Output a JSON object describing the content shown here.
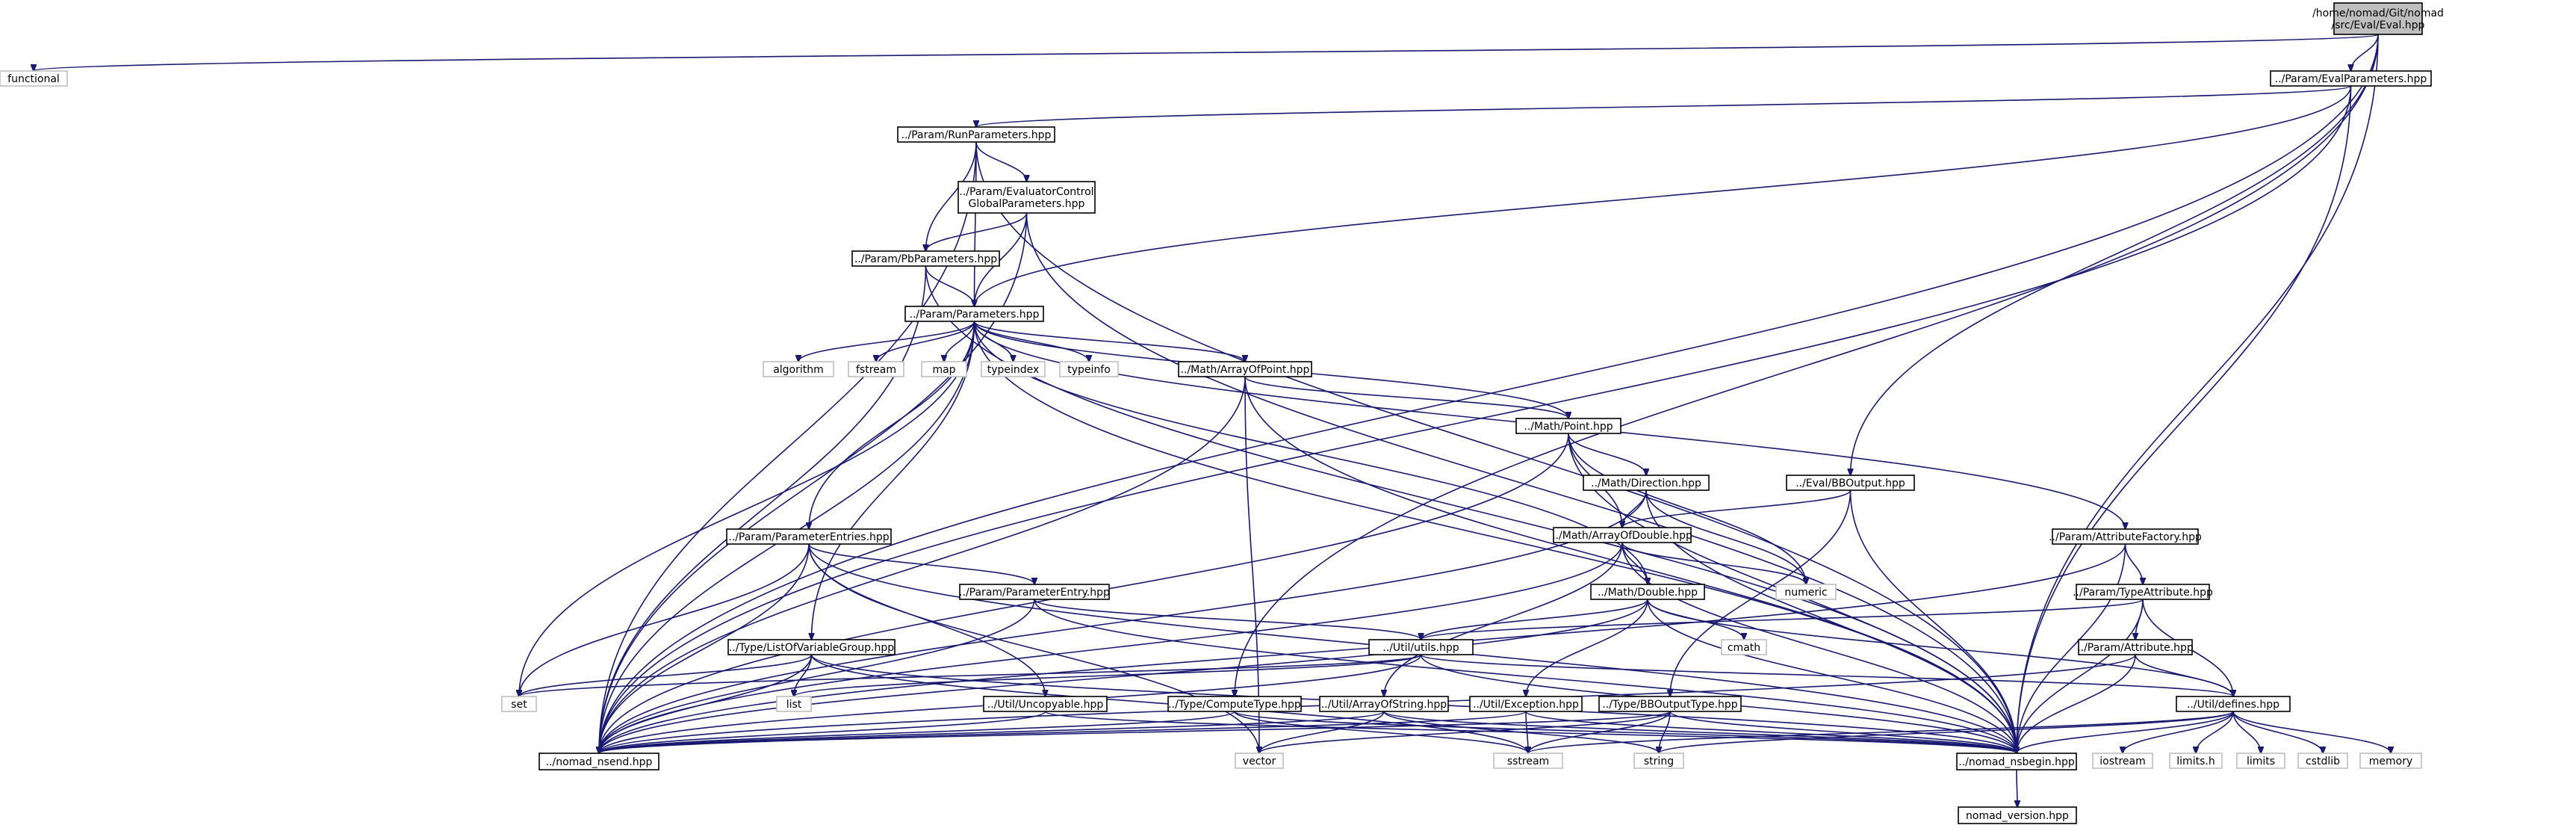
{
  "graph": {
    "nodes": {
      "eval": {
        "lines": [
          "/home/nomad/Git/nomad",
          "/src/Eval/Eval.hpp"
        ],
        "kind": "root"
      },
      "functional": {
        "lines": [
          "functional"
        ],
        "kind": "external"
      },
      "evalparams": {
        "lines": [
          "../Param/EvalParameters.hpp"
        ],
        "kind": "internal"
      },
      "runparams": {
        "lines": [
          "../Param/RunParameters.hpp"
        ],
        "kind": "internal"
      },
      "evalctrl": {
        "lines": [
          "../Param/EvaluatorControl",
          "GlobalParameters.hpp"
        ],
        "kind": "internal"
      },
      "pbparams": {
        "lines": [
          "../Param/PbParameters.hpp"
        ],
        "kind": "internal"
      },
      "parameters": {
        "lines": [
          "../Param/Parameters.hpp"
        ],
        "kind": "internal"
      },
      "algorithm": {
        "lines": [
          "algorithm"
        ],
        "kind": "external"
      },
      "fstream": {
        "lines": [
          "fstream"
        ],
        "kind": "external"
      },
      "map": {
        "lines": [
          "map"
        ],
        "kind": "external"
      },
      "typeindex": {
        "lines": [
          "typeindex"
        ],
        "kind": "external"
      },
      "typeinfo": {
        "lines": [
          "typeinfo"
        ],
        "kind": "external"
      },
      "arrayofpoint": {
        "lines": [
          "../Math/ArrayOfPoint.hpp"
        ],
        "kind": "internal"
      },
      "point": {
        "lines": [
          "../Math/Point.hpp"
        ],
        "kind": "internal"
      },
      "direction": {
        "lines": [
          "../Math/Direction.hpp"
        ],
        "kind": "internal"
      },
      "bboutput": {
        "lines": [
          "../Eval/BBOutput.hpp"
        ],
        "kind": "internal"
      },
      "arrayofdouble": {
        "lines": [
          "../Math/ArrayOfDouble.hpp"
        ],
        "kind": "internal"
      },
      "numeric": {
        "lines": [
          "numeric"
        ],
        "kind": "external"
      },
      "paramentries": {
        "lines": [
          "../Param/ParameterEntries.hpp"
        ],
        "kind": "internal"
      },
      "paramentry": {
        "lines": [
          "../Param/ParameterEntry.hpp"
        ],
        "kind": "internal"
      },
      "mdouble": {
        "lines": [
          "../Math/Double.hpp"
        ],
        "kind": "internal"
      },
      "cmath": {
        "lines": [
          "cmath"
        ],
        "kind": "external"
      },
      "attrfactory": {
        "lines": [
          "../Param/AttributeFactory.hpp"
        ],
        "kind": "internal"
      },
      "typeattr": {
        "lines": [
          "../Param/TypeAttribute.hpp"
        ],
        "kind": "internal"
      },
      "attribute": {
        "lines": [
          "../Param/Attribute.hpp"
        ],
        "kind": "internal"
      },
      "listofvar": {
        "lines": [
          "../Type/ListOfVariableGroup.hpp"
        ],
        "kind": "internal"
      },
      "utils": {
        "lines": [
          "../Util/utils.hpp"
        ],
        "kind": "internal"
      },
      "set": {
        "lines": [
          "set"
        ],
        "kind": "external"
      },
      "list": {
        "lines": [
          "list"
        ],
        "kind": "external"
      },
      "uncopyable": {
        "lines": [
          "../Util/Uncopyable.hpp"
        ],
        "kind": "internal"
      },
      "computetype": {
        "lines": [
          "../Type/ComputeType.hpp"
        ],
        "kind": "internal"
      },
      "arrayofstring": {
        "lines": [
          "../Util/ArrayOfString.hpp"
        ],
        "kind": "internal"
      },
      "exception": {
        "lines": [
          "../Util/Exception.hpp"
        ],
        "kind": "internal"
      },
      "bbouttype": {
        "lines": [
          "../Type/BBOutputType.hpp"
        ],
        "kind": "internal"
      },
      "defines": {
        "lines": [
          "../Util/defines.hpp"
        ],
        "kind": "internal"
      },
      "nsend": {
        "lines": [
          "../nomad_nsend.hpp"
        ],
        "kind": "internal"
      },
      "vector": {
        "lines": [
          "vector"
        ],
        "kind": "external"
      },
      "sstream": {
        "lines": [
          "sstream"
        ],
        "kind": "external"
      },
      "string": {
        "lines": [
          "string"
        ],
        "kind": "external"
      },
      "nsbegin": {
        "lines": [
          "../nomad_nsbegin.hpp"
        ],
        "kind": "internal"
      },
      "iostream": {
        "lines": [
          "iostream"
        ],
        "kind": "external"
      },
      "limitsh": {
        "lines": [
          "limits.h"
        ],
        "kind": "external"
      },
      "limits": {
        "lines": [
          "limits"
        ],
        "kind": "external"
      },
      "cstdlib": {
        "lines": [
          "cstdlib"
        ],
        "kind": "external"
      },
      "memory": {
        "lines": [
          "memory"
        ],
        "kind": "external"
      },
      "version": {
        "lines": [
          "nomad_version.hpp"
        ],
        "kind": "internal"
      }
    },
    "edges": [
      [
        "eval",
        "functional"
      ],
      [
        "eval",
        "evalparams"
      ],
      [
        "eval",
        "bboutput"
      ],
      [
        "eval",
        "computetype"
      ],
      [
        "eval",
        "nsend"
      ],
      [
        "eval",
        "nsbegin"
      ],
      [
        "evalparams",
        "runparams"
      ],
      [
        "evalparams",
        "parameters"
      ],
      [
        "evalparams",
        "nsend"
      ],
      [
        "evalparams",
        "nsbegin"
      ],
      [
        "runparams",
        "evalctrl"
      ],
      [
        "runparams",
        "pbparams"
      ],
      [
        "runparams",
        "parameters"
      ],
      [
        "runparams",
        "nsend"
      ],
      [
        "runparams",
        "nsbegin"
      ],
      [
        "evalctrl",
        "pbparams"
      ],
      [
        "evalctrl",
        "parameters"
      ],
      [
        "evalctrl",
        "nsend"
      ],
      [
        "evalctrl",
        "nsbegin"
      ],
      [
        "pbparams",
        "parameters"
      ],
      [
        "pbparams",
        "nsend"
      ],
      [
        "pbparams",
        "nsbegin"
      ],
      [
        "parameters",
        "algorithm"
      ],
      [
        "parameters",
        "fstream"
      ],
      [
        "parameters",
        "map"
      ],
      [
        "parameters",
        "typeindex"
      ],
      [
        "parameters",
        "typeinfo"
      ],
      [
        "parameters",
        "arrayofpoint"
      ],
      [
        "parameters",
        "point"
      ],
      [
        "parameters",
        "paramentries"
      ],
      [
        "parameters",
        "listofvar"
      ],
      [
        "parameters",
        "set"
      ],
      [
        "parameters",
        "attrfactory"
      ],
      [
        "parameters",
        "mdouble"
      ],
      [
        "parameters",
        "nsend"
      ],
      [
        "parameters",
        "nsbegin"
      ],
      [
        "arrayofpoint",
        "point"
      ],
      [
        "arrayofpoint",
        "vector"
      ],
      [
        "arrayofpoint",
        "nsend"
      ],
      [
        "arrayofpoint",
        "nsbegin"
      ],
      [
        "point",
        "direction"
      ],
      [
        "point",
        "arrayofdouble"
      ],
      [
        "point",
        "numeric"
      ],
      [
        "point",
        "nsend"
      ],
      [
        "point",
        "nsbegin"
      ],
      [
        "direction",
        "arrayofdouble"
      ],
      [
        "direction",
        "numeric"
      ],
      [
        "direction",
        "nsend"
      ],
      [
        "direction",
        "nsbegin"
      ],
      [
        "bboutput",
        "arrayofdouble"
      ],
      [
        "bboutput",
        "bbouttype"
      ],
      [
        "bboutput",
        "nsbegin"
      ],
      [
        "arrayofdouble",
        "mdouble"
      ],
      [
        "arrayofdouble",
        "numeric"
      ],
      [
        "arrayofdouble",
        "arrayofstring"
      ],
      [
        "arrayofdouble",
        "nsend"
      ],
      [
        "arrayofdouble",
        "nsbegin"
      ],
      [
        "paramentries",
        "paramentry"
      ],
      [
        "paramentries",
        "uncopyable"
      ],
      [
        "paramentries",
        "set"
      ],
      [
        "paramentries",
        "vector"
      ],
      [
        "paramentries",
        "nsend"
      ],
      [
        "paramentries",
        "nsbegin"
      ],
      [
        "paramentry",
        "utils"
      ],
      [
        "paramentry",
        "nsend"
      ],
      [
        "paramentry",
        "nsbegin"
      ],
      [
        "mdouble",
        "cmath"
      ],
      [
        "mdouble",
        "utils"
      ],
      [
        "mdouble",
        "exception"
      ],
      [
        "mdouble",
        "defines"
      ],
      [
        "mdouble",
        "nsend"
      ],
      [
        "mdouble",
        "nsbegin"
      ],
      [
        "attrfactory",
        "typeattr"
      ],
      [
        "attrfactory",
        "nsend"
      ],
      [
        "attrfactory",
        "nsbegin"
      ],
      [
        "typeattr",
        "attribute"
      ],
      [
        "typeattr",
        "utils"
      ],
      [
        "typeattr",
        "defines"
      ],
      [
        "typeattr",
        "nsbegin"
      ],
      [
        "attribute",
        "defines"
      ],
      [
        "attribute",
        "nsend"
      ],
      [
        "attribute",
        "nsbegin"
      ],
      [
        "listofvar",
        "set"
      ],
      [
        "listofvar",
        "list"
      ],
      [
        "listofvar",
        "sstream"
      ],
      [
        "listofvar",
        "nsend"
      ],
      [
        "listofvar",
        "nsbegin"
      ],
      [
        "utils",
        "list"
      ],
      [
        "utils",
        "set"
      ],
      [
        "utils",
        "defines"
      ],
      [
        "utils",
        "nsend"
      ],
      [
        "utils",
        "nsbegin"
      ],
      [
        "uncopyable",
        "nsend"
      ],
      [
        "uncopyable",
        "nsbegin"
      ],
      [
        "computetype",
        "sstream"
      ],
      [
        "computetype",
        "nsend"
      ],
      [
        "computetype",
        "nsbegin"
      ],
      [
        "arrayofstring",
        "vector"
      ],
      [
        "arrayofstring",
        "string"
      ],
      [
        "arrayofstring",
        "nsend"
      ],
      [
        "arrayofstring",
        "nsbegin"
      ],
      [
        "exception",
        "sstream"
      ],
      [
        "exception",
        "nsend"
      ],
      [
        "exception",
        "nsbegin"
      ],
      [
        "bbouttype",
        "vector"
      ],
      [
        "bbouttype",
        "sstream"
      ],
      [
        "bbouttype",
        "string"
      ],
      [
        "bbouttype",
        "nsend"
      ],
      [
        "bbouttype",
        "nsbegin"
      ],
      [
        "defines",
        "iostream"
      ],
      [
        "defines",
        "limitsh"
      ],
      [
        "defines",
        "limits"
      ],
      [
        "defines",
        "cstdlib"
      ],
      [
        "defines",
        "memory"
      ],
      [
        "defines",
        "string"
      ],
      [
        "defines",
        "sstream"
      ],
      [
        "defines",
        "nsbegin"
      ],
      [
        "nsbegin",
        "version"
      ]
    ]
  }
}
